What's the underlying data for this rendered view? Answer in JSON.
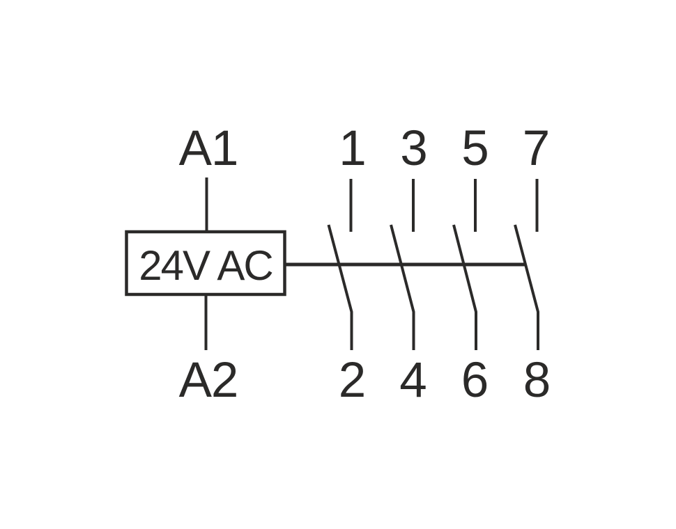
{
  "diagram": {
    "background_color": "#ffffff",
    "line_color": "#2b2a29",
    "coil": {
      "label": "24V AC",
      "top_terminal": "A1",
      "bottom_terminal": "A2"
    },
    "poles": [
      {
        "top_terminal": "1",
        "bottom_terminal": "2"
      },
      {
        "top_terminal": "3",
        "bottom_terminal": "4"
      },
      {
        "top_terminal": "5",
        "bottom_terminal": "6"
      },
      {
        "top_terminal": "7",
        "bottom_terminal": "8"
      }
    ]
  }
}
